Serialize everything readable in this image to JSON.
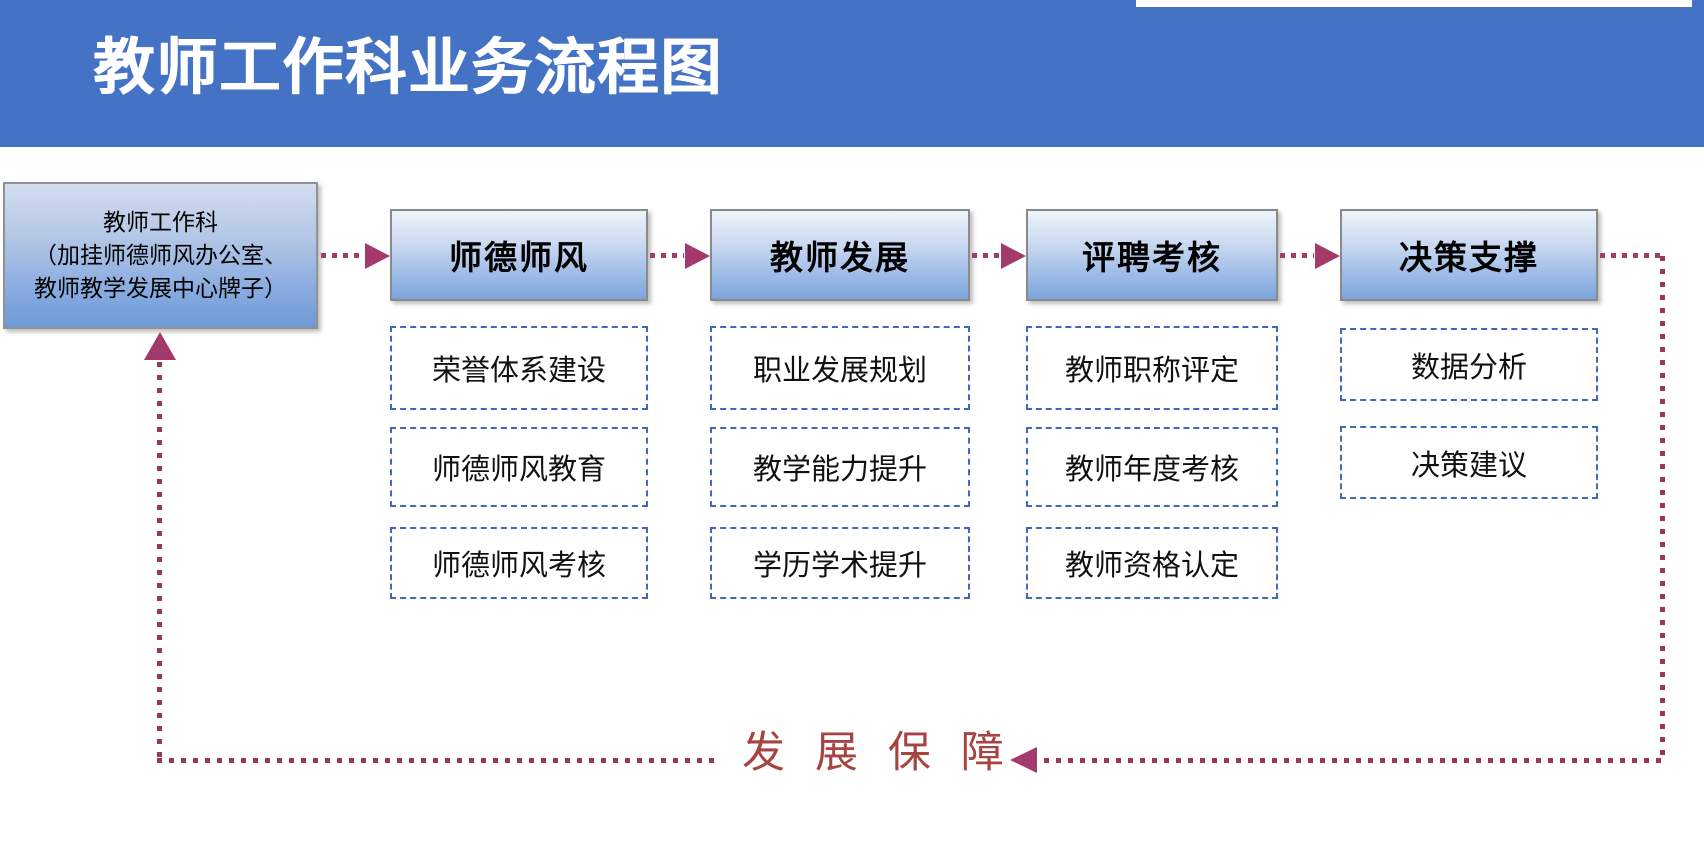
{
  "title": "教师工作科业务流程图",
  "root_box": {
    "line1": "教师工作科",
    "line2": "（加挂师德师风办公室、",
    "line3": "教师教学发展中心牌子）"
  },
  "columns": [
    {
      "header": "师德师风",
      "items": [
        "荣誉体系建设",
        "师德师风教育",
        "师德师风考核"
      ]
    },
    {
      "header": "教师发展",
      "items": [
        "职业发展规划",
        "教学能力提升",
        "学历学术提升"
      ]
    },
    {
      "header": "评聘考核",
      "items": [
        "教师职称评定",
        "教师年度考核",
        "教师资格认定"
      ]
    },
    {
      "header": "决策支撑",
      "items": [
        "数据分析",
        "决策建议"
      ]
    }
  ],
  "feedback_label": "发 展 保 障",
  "colors": {
    "banner_blue": "#4472C4",
    "arrow_plum": "#A23A6C",
    "loop_maroon": "#97394F",
    "dashed_box_border": "#4169B8",
    "stage_box_border": "#8A8A8A",
    "feedback_text": "#A64441"
  }
}
